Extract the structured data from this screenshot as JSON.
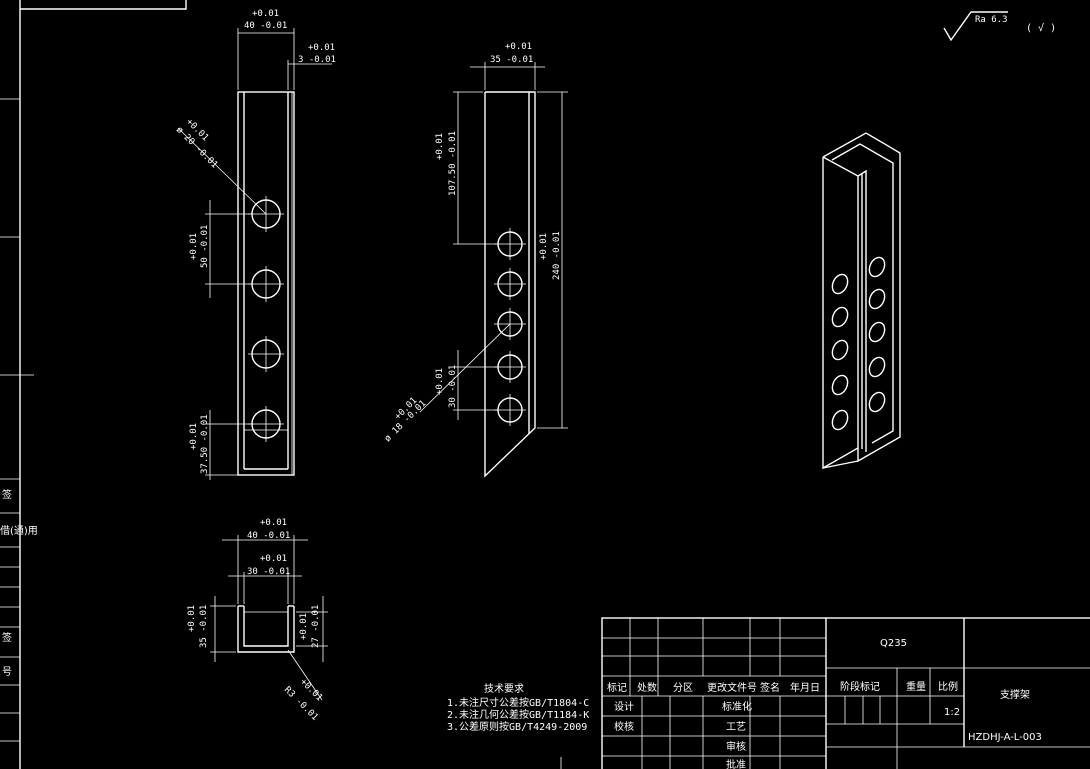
{
  "surface_roughness": {
    "symbol_text": "Ra 6.3",
    "note": "( √ )"
  },
  "side_view": {
    "width_tol": "+0.01",
    "width": "40 -0.01",
    "wall_tol": "+0.01",
    "wall": "3 -0.01",
    "hole_dia_tol": "+0.01",
    "hole_dia": "ø 20 -0.01",
    "pitch_tol": "+0.01",
    "pitch": "50 -0.01",
    "bottom_tol": "+0.01",
    "bottom": "37.50 -0.01"
  },
  "front_view": {
    "width_tol": "+0.01",
    "width": "35 -0.01",
    "top_tol": "+0.01",
    "top": "107.50 -0.01",
    "length_tol": "+0.01",
    "length": "240 -0.01",
    "pitch_tol": "+0.01",
    "pitch": "30 -0.01",
    "hole_dia_tol": "+0.01",
    "hole_dia": "ø 18 -0.01"
  },
  "section_view": {
    "outer_tol": "+0.01",
    "outer": "40 -0.01",
    "inner_tol": "+0.01",
    "inner": "30 -0.01",
    "height_tol": "+0.01",
    "height": "35 -0.01",
    "inner_h_tol": "+0.01",
    "inner_h": "27 -0.01",
    "radius_tol": "+0.01",
    "radius": "R3 -0.01"
  },
  "tech_req": {
    "title": "技术要求",
    "lines": [
      "1.未注尺寸公差按GB/T1804-C",
      "2.未注几何公差按GB/T1184-K",
      "3.公差原则按GB/T4249-2009"
    ]
  },
  "title_block": {
    "material": "Q235",
    "part_name": "支撑架",
    "drawing_no": "HZDHJ-A-L-003",
    "scale": "1:2",
    "header_labels": [
      "标记",
      "处数",
      "分区",
      "更改文件号",
      "签名",
      "年月日"
    ],
    "stage_label": "阶段标记",
    "weight_label": "重量",
    "scale_label": "比例",
    "design": "设计",
    "standard": "标准化",
    "check": "校核",
    "process": "工艺",
    "review": "审核",
    "approve": "批准"
  },
  "left_border_labels": [
    "签",
    "借(通)用",
    "签",
    "号"
  ]
}
